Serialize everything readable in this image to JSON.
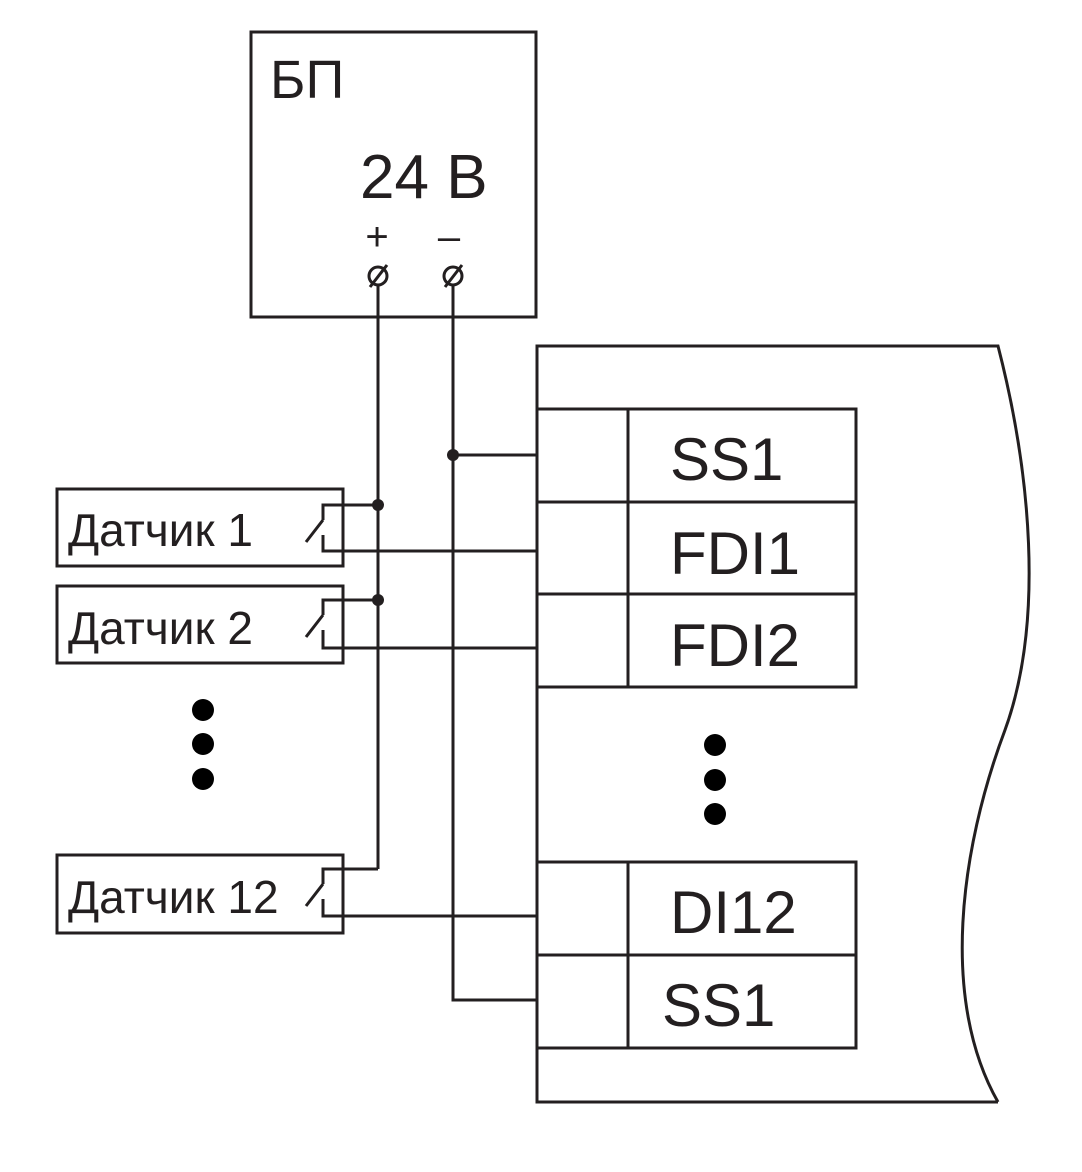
{
  "psu": {
    "title": "БП",
    "voltage": "24 В",
    "plus": "+",
    "minus": "–"
  },
  "sensors": [
    {
      "label": "Датчик 1"
    },
    {
      "label": "Датчик 2"
    },
    {
      "label": "Датчик 12"
    }
  ],
  "terminals": {
    "upper": [
      "SS1",
      "FDI1",
      "FDI2"
    ],
    "lower": [
      "DI12",
      "SS1"
    ]
  },
  "colors": {
    "line": "#231f20",
    "background": "#ffffff"
  }
}
